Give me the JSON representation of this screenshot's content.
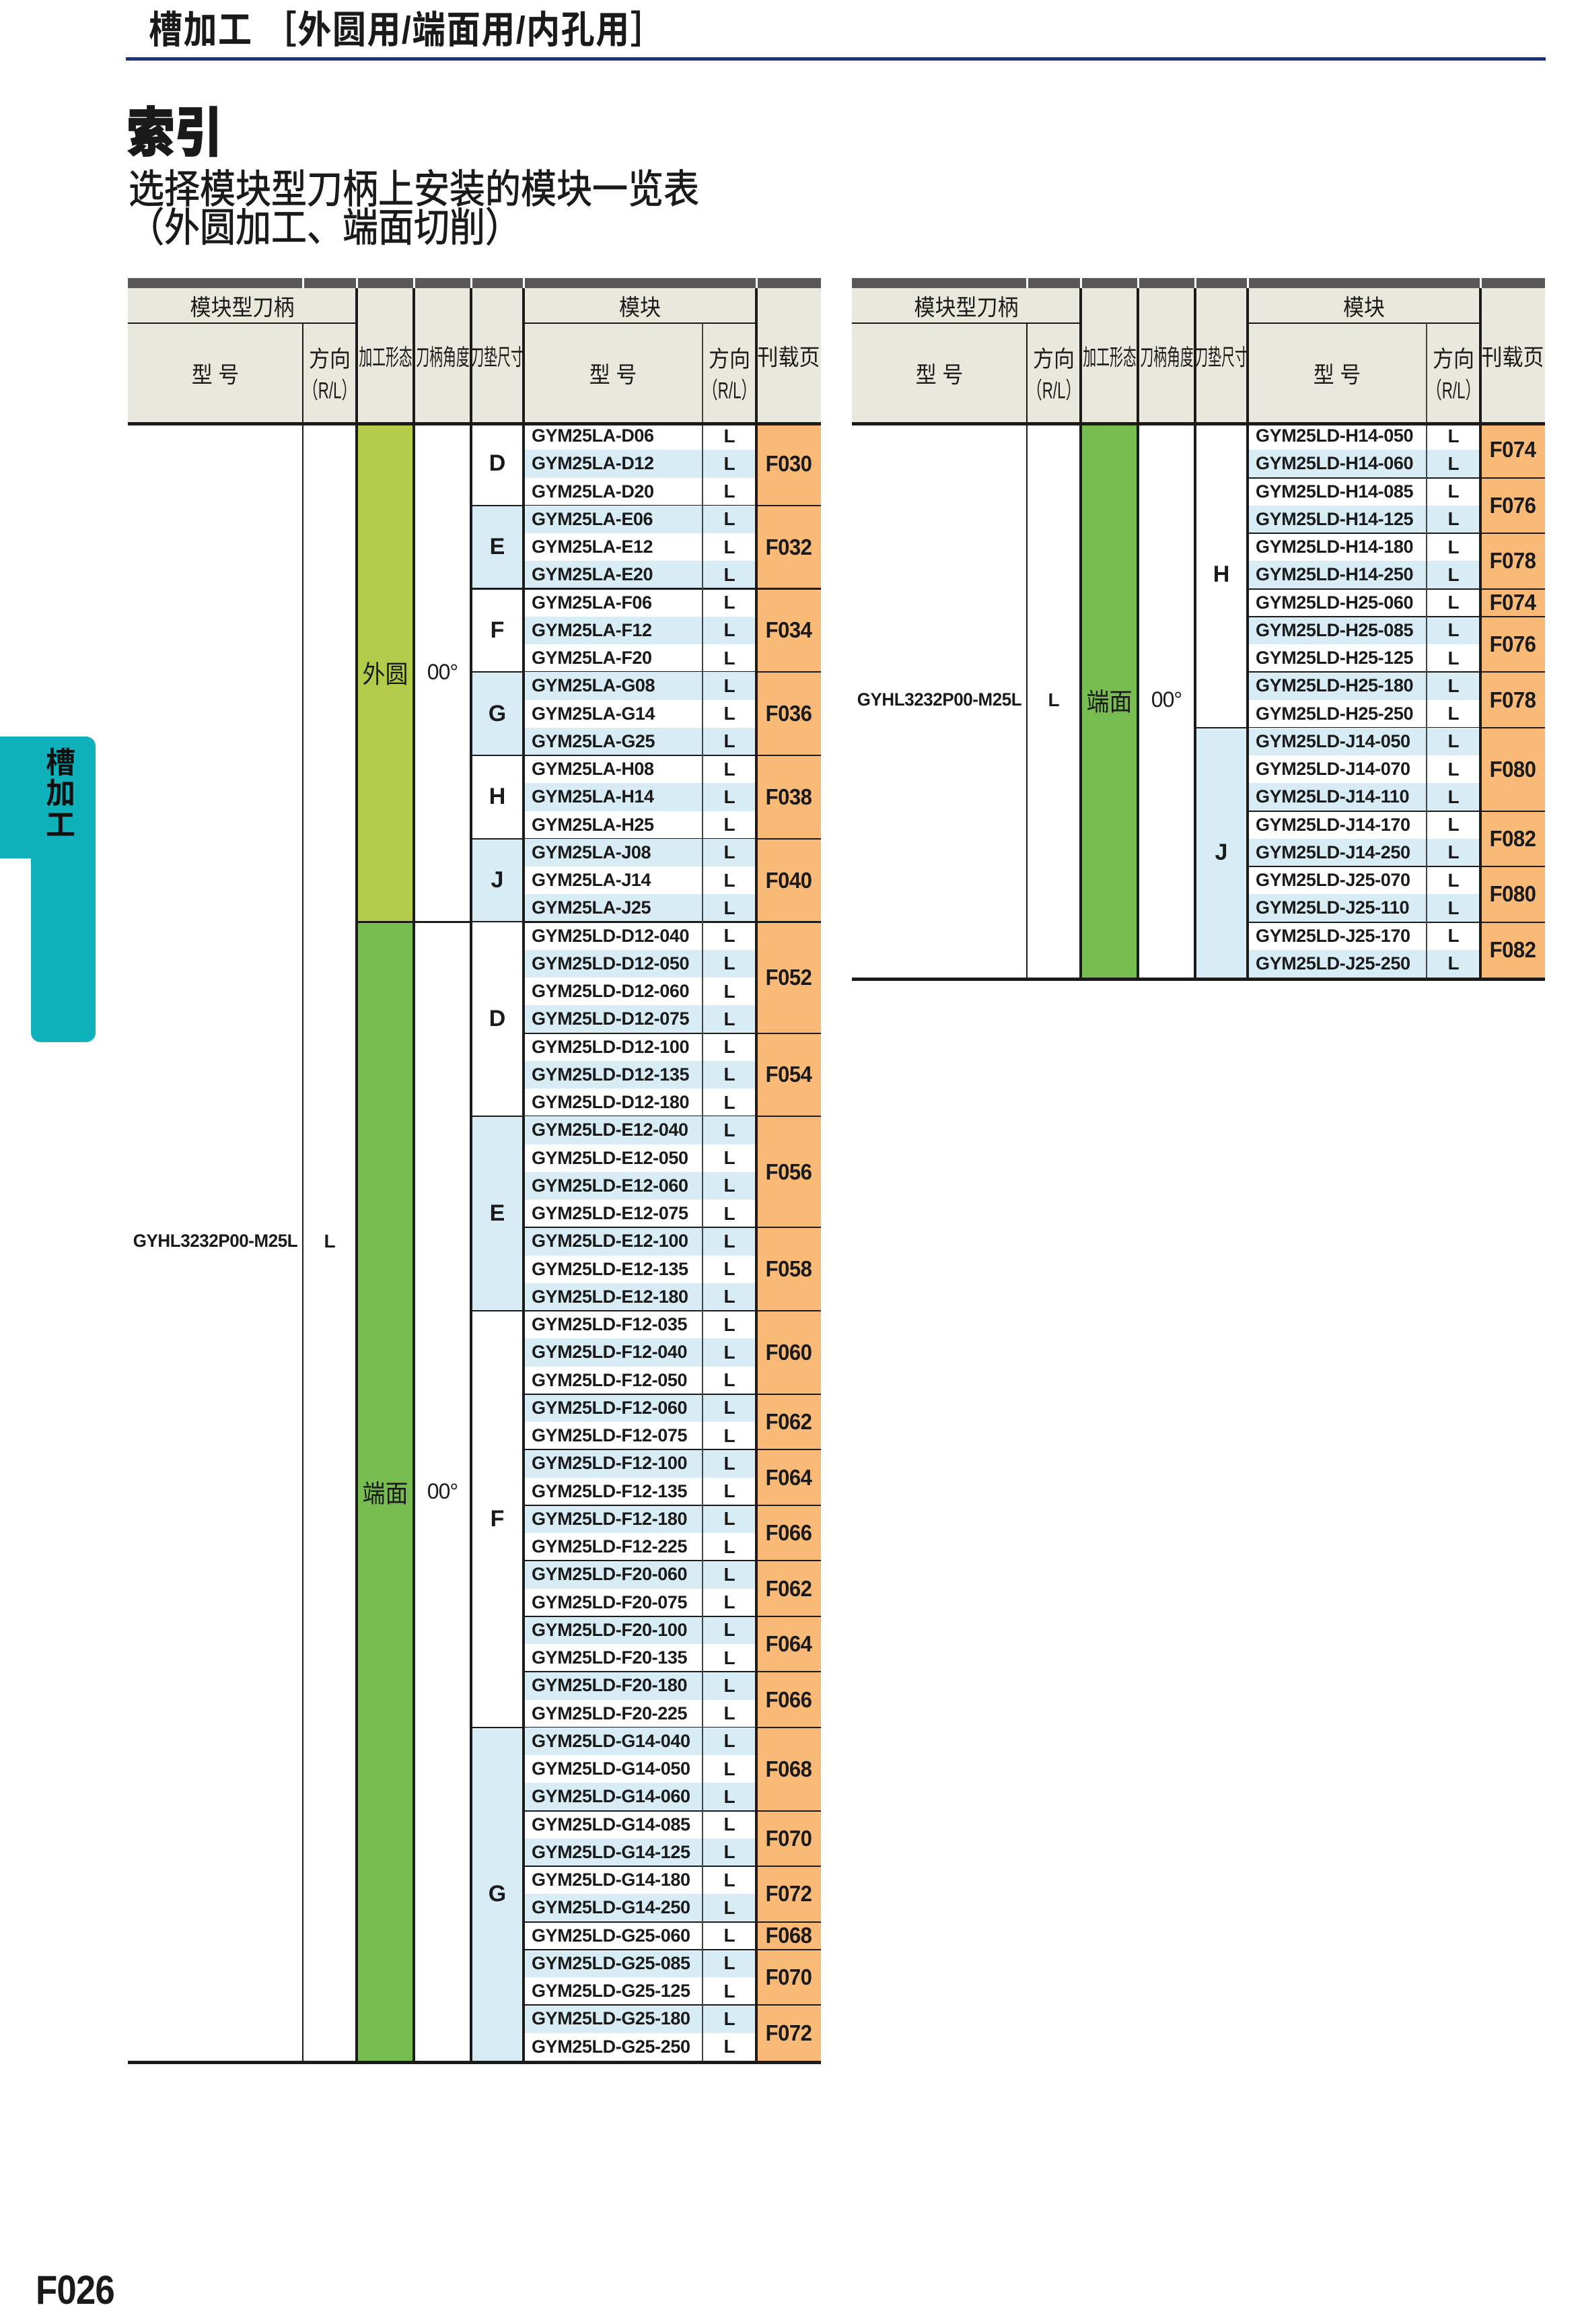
{
  "page": {
    "header_title": "槽加工 ［外圆用/端面用/内孔用］",
    "index_title": "索引",
    "subtitle_line1": "选择模块型刀柄上安装的模块一览表",
    "subtitle_line2": "（外圆加工、端面切削）",
    "side_tab": "槽加工",
    "page_number": "F026"
  },
  "colors": {
    "accent_teal": "#0fb2ba",
    "rule_navy": "#1c3080",
    "header_beige": "#eae7dd",
    "bar_dark": "#595757",
    "row_blue": "#d7ecf4",
    "page_orange": "#f9ba78",
    "form_green_light": "#b2cb4b",
    "form_green": "#77bc51",
    "border_black": "#1d1b19"
  },
  "table_headers": {
    "holder_group": "模块型刀柄",
    "model": "型 号",
    "direction_line1": "方向",
    "direction_line2": "（R/L）",
    "machining_form": "加工形态",
    "holder_angle": "刀柄角度",
    "pad_size": "刀垫尺寸",
    "module_group": "模块",
    "page_ref": "刊载页"
  },
  "tables": [
    {
      "name": "left",
      "holder_model": "GYHL3232P00-M25L",
      "holder_direction": "L",
      "sections": [
        {
          "form": "外圆",
          "form_color": "#b2cb4b",
          "angle": "00°",
          "pad_groups": [
            {
              "pad": "D",
              "rows": [
                {
                  "model": "GYM25LA-D06",
                  "dir": "L"
                },
                {
                  "model": "GYM25LA-D12",
                  "dir": "L"
                },
                {
                  "model": "GYM25LA-D20",
                  "dir": "L"
                }
              ],
              "pages": [
                {
                  "label": "F030",
                  "span": 3
                }
              ]
            },
            {
              "pad": "E",
              "rows": [
                {
                  "model": "GYM25LA-E06",
                  "dir": "L"
                },
                {
                  "model": "GYM25LA-E12",
                  "dir": "L"
                },
                {
                  "model": "GYM25LA-E20",
                  "dir": "L"
                }
              ],
              "pages": [
                {
                  "label": "F032",
                  "span": 3
                }
              ]
            },
            {
              "pad": "F",
              "rows": [
                {
                  "model": "GYM25LA-F06",
                  "dir": "L"
                },
                {
                  "model": "GYM25LA-F12",
                  "dir": "L"
                },
                {
                  "model": "GYM25LA-F20",
                  "dir": "L"
                }
              ],
              "pages": [
                {
                  "label": "F034",
                  "span": 3
                }
              ]
            },
            {
              "pad": "G",
              "rows": [
                {
                  "model": "GYM25LA-G08",
                  "dir": "L"
                },
                {
                  "model": "GYM25LA-G14",
                  "dir": "L"
                },
                {
                  "model": "GYM25LA-G25",
                  "dir": "L"
                }
              ],
              "pages": [
                {
                  "label": "F036",
                  "span": 3
                }
              ]
            },
            {
              "pad": "H",
              "rows": [
                {
                  "model": "GYM25LA-H08",
                  "dir": "L"
                },
                {
                  "model": "GYM25LA-H14",
                  "dir": "L"
                },
                {
                  "model": "GYM25LA-H25",
                  "dir": "L"
                }
              ],
              "pages": [
                {
                  "label": "F038",
                  "span": 3
                }
              ]
            },
            {
              "pad": "J",
              "rows": [
                {
                  "model": "GYM25LA-J08",
                  "dir": "L"
                },
                {
                  "model": "GYM25LA-J14",
                  "dir": "L"
                },
                {
                  "model": "GYM25LA-J25",
                  "dir": "L"
                }
              ],
              "pages": [
                {
                  "label": "F040",
                  "span": 3
                }
              ]
            }
          ]
        },
        {
          "form": "端面",
          "form_color": "#77bc51",
          "angle": "00°",
          "pad_groups": [
            {
              "pad": "D",
              "rows": [
                {
                  "model": "GYM25LD-D12-040",
                  "dir": "L"
                },
                {
                  "model": "GYM25LD-D12-050",
                  "dir": "L"
                },
                {
                  "model": "GYM25LD-D12-060",
                  "dir": "L"
                },
                {
                  "model": "GYM25LD-D12-075",
                  "dir": "L"
                },
                {
                  "model": "GYM25LD-D12-100",
                  "dir": "L"
                },
                {
                  "model": "GYM25LD-D12-135",
                  "dir": "L"
                },
                {
                  "model": "GYM25LD-D12-180",
                  "dir": "L"
                }
              ],
              "pages": [
                {
                  "label": "F052",
                  "span": 4
                },
                {
                  "label": "F054",
                  "span": 3
                }
              ]
            },
            {
              "pad": "E",
              "rows": [
                {
                  "model": "GYM25LD-E12-040",
                  "dir": "L"
                },
                {
                  "model": "GYM25LD-E12-050",
                  "dir": "L"
                },
                {
                  "model": "GYM25LD-E12-060",
                  "dir": "L"
                },
                {
                  "model": "GYM25LD-E12-075",
                  "dir": "L"
                },
                {
                  "model": "GYM25LD-E12-100",
                  "dir": "L"
                },
                {
                  "model": "GYM25LD-E12-135",
                  "dir": "L"
                },
                {
                  "model": "GYM25LD-E12-180",
                  "dir": "L"
                }
              ],
              "pages": [
                {
                  "label": "F056",
                  "span": 4
                },
                {
                  "label": "F058",
                  "span": 3
                }
              ]
            },
            {
              "pad": "F",
              "rows": [
                {
                  "model": "GYM25LD-F12-035",
                  "dir": "L"
                },
                {
                  "model": "GYM25LD-F12-040",
                  "dir": "L"
                },
                {
                  "model": "GYM25LD-F12-050",
                  "dir": "L"
                },
                {
                  "model": "GYM25LD-F12-060",
                  "dir": "L"
                },
                {
                  "model": "GYM25LD-F12-075",
                  "dir": "L"
                },
                {
                  "model": "GYM25LD-F12-100",
                  "dir": "L"
                },
                {
                  "model": "GYM25LD-F12-135",
                  "dir": "L"
                },
                {
                  "model": "GYM25LD-F12-180",
                  "dir": "L"
                },
                {
                  "model": "GYM25LD-F12-225",
                  "dir": "L"
                },
                {
                  "model": "GYM25LD-F20-060",
                  "dir": "L"
                },
                {
                  "model": "GYM25LD-F20-075",
                  "dir": "L"
                },
                {
                  "model": "GYM25LD-F20-100",
                  "dir": "L"
                },
                {
                  "model": "GYM25LD-F20-135",
                  "dir": "L"
                },
                {
                  "model": "GYM25LD-F20-180",
                  "dir": "L"
                },
                {
                  "model": "GYM25LD-F20-225",
                  "dir": "L"
                }
              ],
              "pages": [
                {
                  "label": "F060",
                  "span": 3
                },
                {
                  "label": "F062",
                  "span": 2
                },
                {
                  "label": "F064",
                  "span": 2
                },
                {
                  "label": "F066",
                  "span": 2
                },
                {
                  "label": "F062",
                  "span": 2
                },
                {
                  "label": "F064",
                  "span": 2
                },
                {
                  "label": "F066",
                  "span": 2
                }
              ]
            },
            {
              "pad": "G",
              "rows": [
                {
                  "model": "GYM25LD-G14-040",
                  "dir": "L"
                },
                {
                  "model": "GYM25LD-G14-050",
                  "dir": "L"
                },
                {
                  "model": "GYM25LD-G14-060",
                  "dir": "L"
                },
                {
                  "model": "GYM25LD-G14-085",
                  "dir": "L"
                },
                {
                  "model": "GYM25LD-G14-125",
                  "dir": "L"
                },
                {
                  "model": "GYM25LD-G14-180",
                  "dir": "L"
                },
                {
                  "model": "GYM25LD-G14-250",
                  "dir": "L"
                },
                {
                  "model": "GYM25LD-G25-060",
                  "dir": "L"
                },
                {
                  "model": "GYM25LD-G25-085",
                  "dir": "L"
                },
                {
                  "model": "GYM25LD-G25-125",
                  "dir": "L"
                },
                {
                  "model": "GYM25LD-G25-180",
                  "dir": "L"
                },
                {
                  "model": "GYM25LD-G25-250",
                  "dir": "L"
                }
              ],
              "pages": [
                {
                  "label": "F068",
                  "span": 3
                },
                {
                  "label": "F070",
                  "span": 2
                },
                {
                  "label": "F072",
                  "span": 2
                },
                {
                  "label": "F068",
                  "span": 1
                },
                {
                  "label": "F070",
                  "span": 2
                },
                {
                  "label": "F072",
                  "span": 2
                }
              ]
            }
          ]
        }
      ]
    },
    {
      "name": "right",
      "holder_model": "GYHL3232P00-M25L",
      "holder_direction": "L",
      "sections": [
        {
          "form": "端面",
          "form_color": "#77bc51",
          "angle": "00°",
          "pad_groups": [
            {
              "pad": "H",
              "rows": [
                {
                  "model": "GYM25LD-H14-050",
                  "dir": "L"
                },
                {
                  "model": "GYM25LD-H14-060",
                  "dir": "L"
                },
                {
                  "model": "GYM25LD-H14-085",
                  "dir": "L"
                },
                {
                  "model": "GYM25LD-H14-125",
                  "dir": "L"
                },
                {
                  "model": "GYM25LD-H14-180",
                  "dir": "L"
                },
                {
                  "model": "GYM25LD-H14-250",
                  "dir": "L"
                },
                {
                  "model": "GYM25LD-H25-060",
                  "dir": "L"
                },
                {
                  "model": "GYM25LD-H25-085",
                  "dir": "L"
                },
                {
                  "model": "GYM25LD-H25-125",
                  "dir": "L"
                },
                {
                  "model": "GYM25LD-H25-180",
                  "dir": "L"
                },
                {
                  "model": "GYM25LD-H25-250",
                  "dir": "L"
                }
              ],
              "pages": [
                {
                  "label": "F074",
                  "span": 2
                },
                {
                  "label": "F076",
                  "span": 2
                },
                {
                  "label": "F078",
                  "span": 2
                },
                {
                  "label": "F074",
                  "span": 1
                },
                {
                  "label": "F076",
                  "span": 2
                },
                {
                  "label": "F078",
                  "span": 2
                }
              ]
            },
            {
              "pad": "J",
              "rows": [
                {
                  "model": "GYM25LD-J14-050",
                  "dir": "L"
                },
                {
                  "model": "GYM25LD-J14-070",
                  "dir": "L"
                },
                {
                  "model": "GYM25LD-J14-110",
                  "dir": "L"
                },
                {
                  "model": "GYM25LD-J14-170",
                  "dir": "L"
                },
                {
                  "model": "GYM25LD-J14-250",
                  "dir": "L"
                },
                {
                  "model": "GYM25LD-J25-070",
                  "dir": "L"
                },
                {
                  "model": "GYM25LD-J25-110",
                  "dir": "L"
                },
                {
                  "model": "GYM25LD-J25-170",
                  "dir": "L"
                },
                {
                  "model": "GYM25LD-J25-250",
                  "dir": "L"
                }
              ],
              "pages": [
                {
                  "label": "F080",
                  "span": 3
                },
                {
                  "label": "F082",
                  "span": 2
                },
                {
                  "label": "F080",
                  "span": 2
                },
                {
                  "label": "F082",
                  "span": 2
                }
              ]
            }
          ]
        }
      ]
    }
  ]
}
